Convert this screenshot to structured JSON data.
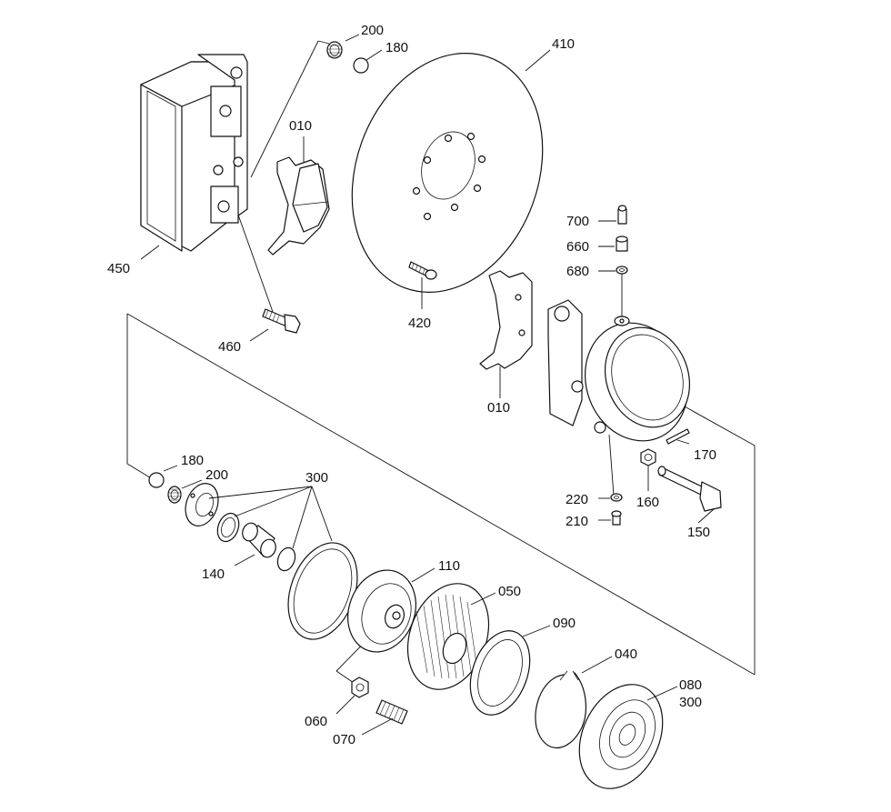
{
  "diagram": {
    "callouts": {
      "p200_top": "200",
      "p180_top": "180",
      "p410": "410",
      "p010_top": "010",
      "p450": "450",
      "p460": "460",
      "p420": "420",
      "p700": "700",
      "p660": "660",
      "p680": "680",
      "p010_mid": "010",
      "p170": "170",
      "p220": "220",
      "p160": "160",
      "p210": "210",
      "p150": "150",
      "p180_bot": "180",
      "p200_bot": "200",
      "p300_top": "300",
      "p140": "140",
      "p110": "110",
      "p050": "050",
      "p090": "090",
      "p040": "040",
      "p080": "080",
      "p300_bot": "300",
      "p060": "060",
      "p070": "070"
    }
  }
}
